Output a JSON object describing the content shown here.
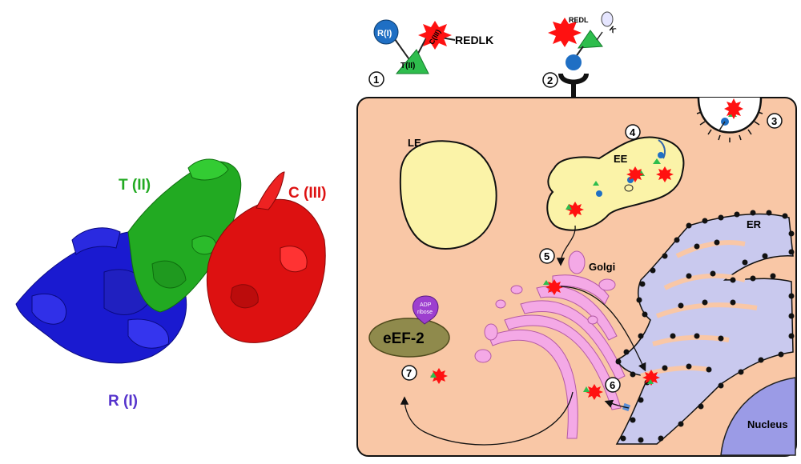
{
  "protein": {
    "domain_t": "T (II)",
    "domain_c": "C (III)",
    "domain_r": "R (I)",
    "colors": {
      "t": "#22aa22",
      "c": "#dd1111",
      "r": "#1a1ad0"
    }
  },
  "schematic": {
    "r_label": "R(I)",
    "t_label": "T(II)",
    "c_label": "C(III)",
    "redlk": "REDLK",
    "redl": "REDL",
    "k": "K"
  },
  "cell": {
    "le": "LE",
    "ee": "EE",
    "er": "ER",
    "golgi": "Golgi",
    "nucleus": "Nucleus",
    "eef2": "eEF-2",
    "adp1": "ADP",
    "adp2": "ribose",
    "colors": {
      "cytoplasm": "#f9c7a6",
      "vesicle": "#fbf3a8",
      "golgi": "#f4a9e6",
      "er": "#c9c9ee",
      "nucleus": "#9b9be6",
      "eef2": "#8f8a4c",
      "adp": "#9d3fcf"
    }
  },
  "steps": [
    "1",
    "2",
    "3",
    "4",
    "5",
    "6",
    "7"
  ]
}
